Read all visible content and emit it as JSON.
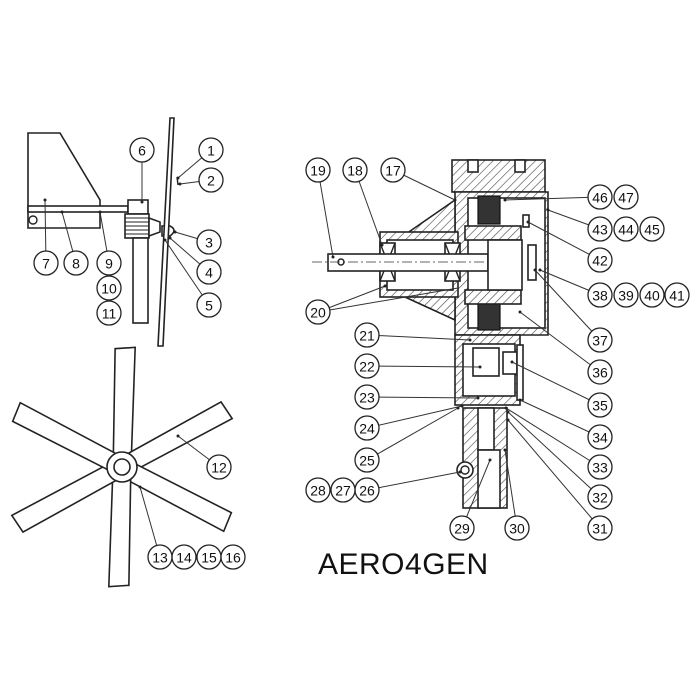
{
  "title": "AERO4GEN",
  "callouts": [
    "1",
    "2",
    "3",
    "4",
    "5",
    "6",
    "7",
    "8",
    "9",
    "10",
    "11",
    "12",
    "13",
    "14",
    "15",
    "16",
    "17",
    "18",
    "19",
    "20",
    "21",
    "22",
    "23",
    "24",
    "25",
    "26",
    "27",
    "28",
    "29",
    "30",
    "31",
    "32",
    "33",
    "34",
    "35",
    "36",
    "37",
    "38",
    "39",
    "40",
    "41",
    "42",
    "43",
    "44",
    "45",
    "46",
    "47"
  ]
}
